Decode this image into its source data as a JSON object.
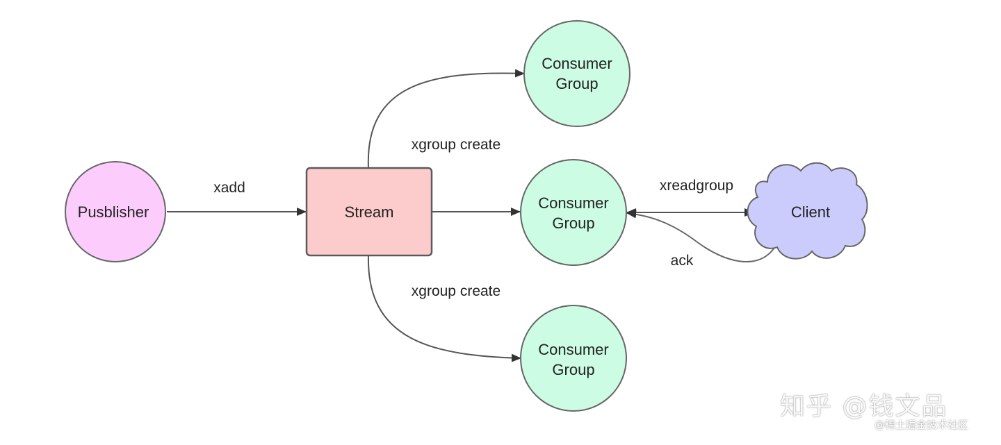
{
  "nodes": {
    "publisher": "Pusblisher",
    "stream": "Stream",
    "consumer_group_top": [
      "Consumer",
      "Group"
    ],
    "consumer_group_middle": [
      "Consumer",
      "Group"
    ],
    "consumer_group_bottom": [
      "Consumer",
      "Group"
    ],
    "client": "Client"
  },
  "edges": {
    "publisher_to_stream": "xadd",
    "stream_to_top_group": "xgroup create",
    "stream_to_bottom_group": "xgroup create",
    "group_client_read": "xreadgroup",
    "client_ack": "ack"
  },
  "colors": {
    "publisher_fill": "#FCCCFC",
    "stream_fill": "#FCCCCC",
    "consumer_fill": "#CCFCE4",
    "client_fill": "#CCCCFC",
    "line": "#555555"
  },
  "watermark": {
    "main": "知乎 @钱文品",
    "sub": "@稀土掘金技术社区"
  }
}
